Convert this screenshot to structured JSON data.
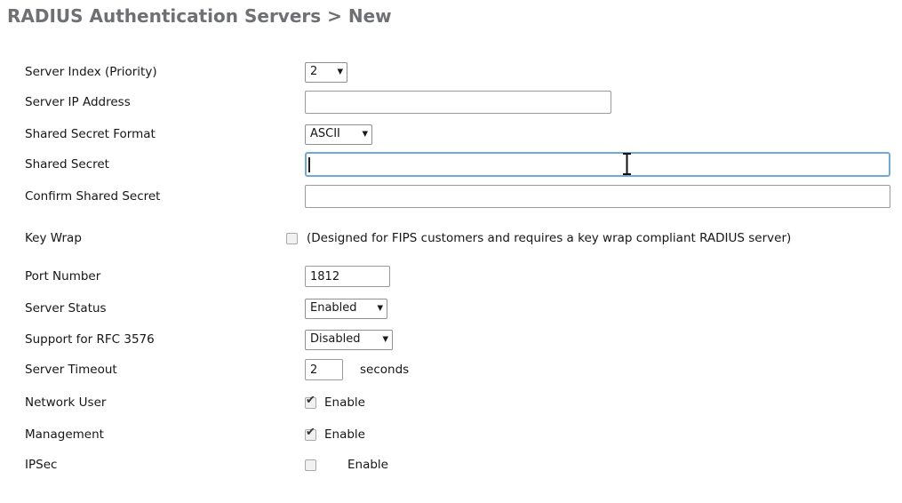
{
  "page": {
    "title": "RADIUS Authentication Servers > New"
  },
  "colors": {
    "title_gray": "#6e7073",
    "focus_border_blue": "#6fa8dc",
    "input_border_gray": "#9b9b9b"
  },
  "form": {
    "server_index": {
      "label": "Server Index (Priority)",
      "value": "2"
    },
    "server_ip": {
      "label": "Server IP Address",
      "value": "",
      "placeholder": ""
    },
    "secret_format": {
      "label": "Shared Secret Format",
      "value": "ASCII"
    },
    "shared_secret": {
      "label": "Shared Secret",
      "value": "",
      "focused": true
    },
    "confirm_secret": {
      "label": "Confirm Shared Secret",
      "value": ""
    },
    "key_wrap": {
      "label": "Key Wrap",
      "checked": false,
      "note": "(Designed for FIPS customers and requires a key wrap compliant RADIUS server)"
    },
    "port_number": {
      "label": "Port Number",
      "value": "1812"
    },
    "server_status": {
      "label": "Server Status",
      "value": "Enabled"
    },
    "rfc3576": {
      "label": "Support for RFC 3576",
      "value": "Disabled"
    },
    "server_timeout": {
      "label": "Server Timeout",
      "value": "2",
      "suffix": "seconds"
    },
    "network_user": {
      "label": "Network User",
      "checked": true,
      "checkbox_label": "Enable"
    },
    "management": {
      "label": "Management",
      "checked": true,
      "checkbox_label": "Enable"
    },
    "ipsec": {
      "label": "IPSec",
      "checked": false,
      "checkbox_label": "Enable"
    }
  },
  "cursor": {
    "type": "text-ibeam"
  }
}
